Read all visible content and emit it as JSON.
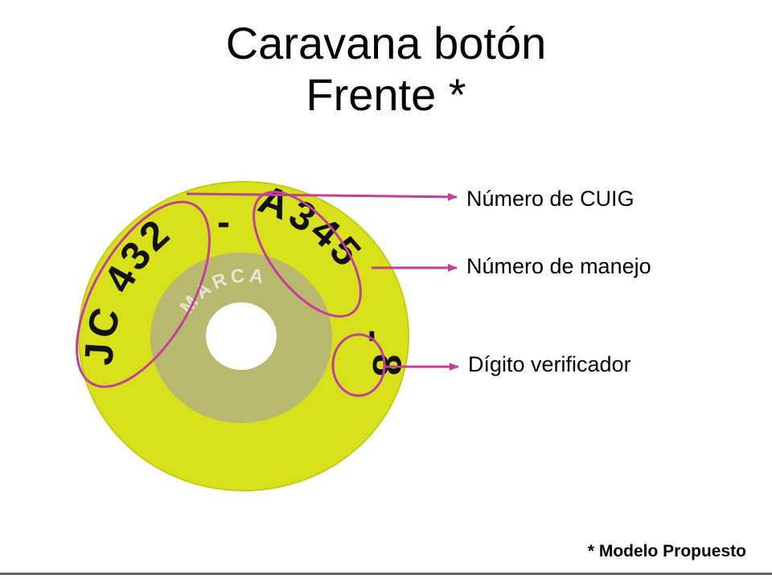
{
  "title": {
    "line1": "Caravana botón",
    "line2": "Frente *"
  },
  "tag": {
    "cuig": "JC 432",
    "separator_1": "-",
    "management_number": "A345",
    "separator_2": "-",
    "check_digit": "8",
    "brand": "MARCA"
  },
  "callouts": {
    "cuig_label": "Número de CUIG",
    "management_label": "Número de manejo",
    "check_digit_label": "Dígito verificador"
  },
  "footnote": "* Modelo Propuesto",
  "colors": {
    "tag_yellow": "#d7e01b",
    "tag_yellow_edge": "#c5cc14",
    "inner_ring": "#b8b86e",
    "center_hole": "#ffffff",
    "callout_magenta": "#c2409a",
    "tag_text": "#111111",
    "brand_text": "#e6e6d2"
  }
}
